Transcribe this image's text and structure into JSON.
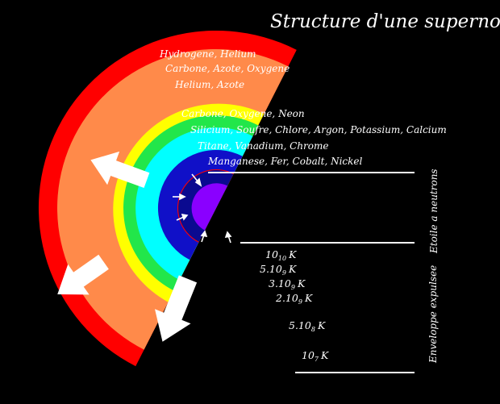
{
  "title": "Structure d'une supernova",
  "layers": [
    {
      "label": "Hydrogene, Helium",
      "color": "#ff0000"
    },
    {
      "label": "Carbone, Azote, Oxygene",
      "color": "#ff8a4a"
    },
    {
      "label": "Helium, Azote",
      "color": "#ff8a4a"
    },
    {
      "label": "Carbone, Oxygene, Neon",
      "color": "#ffff00"
    },
    {
      "label": "Silicium, Soufre, Chlore, Argon, Potassium, Calcium",
      "color": "#22e64a"
    },
    {
      "label": "Titane, Vanadium, Chrome",
      "color": "#00ffff"
    },
    {
      "label": "Manganese, Fer, Cobalt, Nickel",
      "color": "#1010c8"
    }
  ],
  "core_color": "#8a00ff",
  "temperatures": [
    {
      "mantissa": "10",
      "exponent": "10",
      "unit": "K"
    },
    {
      "mantissa": "5.10",
      "exponent": "9",
      "unit": "K"
    },
    {
      "mantissa": "3.10",
      "exponent": "9",
      "unit": "K"
    },
    {
      "mantissa": "2.10",
      "exponent": "9",
      "unit": "K"
    },
    {
      "mantissa": "5.10",
      "exponent": "8",
      "unit": "K"
    },
    {
      "mantissa": "10",
      "exponent": "7",
      "unit": "K"
    }
  ],
  "side_labels": {
    "neutron_star": "Etoile a neutrons",
    "expelled_envelope": "Enveloppe expulsee"
  }
}
